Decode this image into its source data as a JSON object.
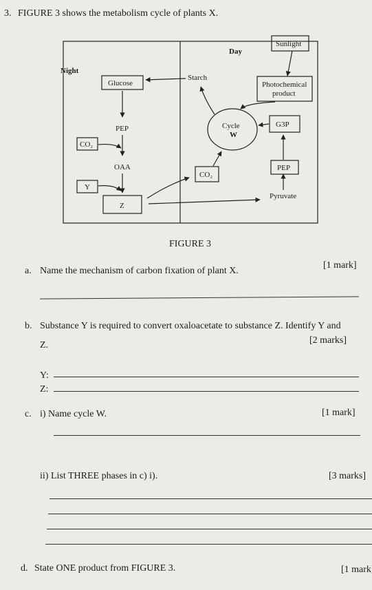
{
  "question": {
    "number": "3.",
    "intro": "FIGURE 3 shows the metabolism cycle of plants X."
  },
  "figure": {
    "caption": "FIGURE 3",
    "labels": {
      "day": "Day",
      "night": "Night",
      "sunlight": "Sunlight",
      "starch": "Starch",
      "glucose": "Glucose",
      "photochemical_line1": "Photochemical",
      "photochemical_line2": "product",
      "pep_left": "PEP",
      "co2_left": "CO₂",
      "cycle_line1": "Cycle",
      "cycle_line2": "W",
      "g3p": "G3P",
      "oaa": "OAA",
      "co2_mid": "CO₂",
      "pep_right": "PEP",
      "y": "Y",
      "z": "Z",
      "pyruvate": "Pyruvate"
    }
  },
  "parts": {
    "a": {
      "label": "a.",
      "text": "Name the mechanism of carbon fixation of plant X.",
      "marks": "[1 mark]"
    },
    "b": {
      "label": "b.",
      "text_line1": "Substance Y is required to convert oxaloacetate to substance Z. Identify Y and",
      "text_line2": "Z.",
      "marks": "[2 marks]",
      "y_label": "Y:",
      "z_label": "Z:"
    },
    "c1": {
      "label": "c.",
      "text": "i) Name cycle W.",
      "marks": "[1 mark]"
    },
    "c2": {
      "text": "ii) List THREE phases in c) i).",
      "marks": "[3 marks]"
    },
    "d": {
      "label": "d.",
      "text": "State ONE product from FIGURE 3.",
      "marks": "[1 mark]"
    }
  }
}
